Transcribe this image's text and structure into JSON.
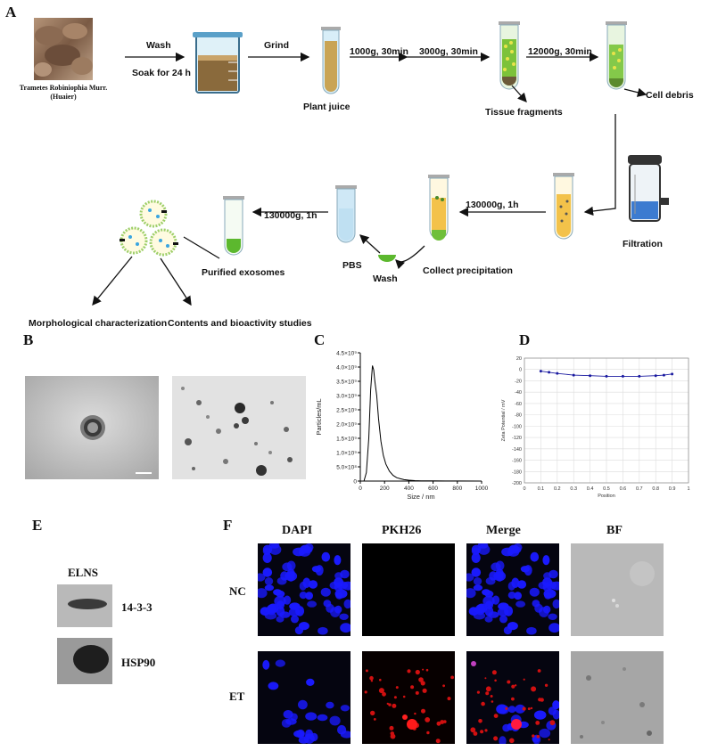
{
  "panels": {
    "a": "A",
    "b": "B",
    "c": "C",
    "d": "D",
    "e": "E",
    "f": "F"
  },
  "workflow": {
    "source_name": "Trametes Robiniophia Murr.",
    "source_common": "(Huaier)",
    "wash": "Wash",
    "soak": "Soak for 24 h",
    "grind": "Grind",
    "plant_juice": "Plant juice",
    "step1": "1000g, 30min",
    "step2": "3000g, 30min",
    "step3": "12000g, 30min",
    "tissue_fragments": "Tissue fragments",
    "cell_debris": "Cell debris",
    "filtration": "Filtration",
    "step4": "130000g, 1h",
    "collect": "Collect precipitation",
    "wash2": "Wash",
    "pbs": "PBS",
    "step5": "130000g, 1h",
    "purified": "Purified exosomes",
    "morph": "Morphological characterization",
    "contents": "Contents and bioactivity studies"
  },
  "chart_data": [
    {
      "type": "line",
      "xlabel": "Size / nm",
      "ylabel": "Particles/mL",
      "xlim": [
        0,
        1000
      ],
      "ylim": [
        0,
        4500000000
      ],
      "x_ticks": [
        "0",
        "200",
        "400",
        "600",
        "800",
        "1000"
      ],
      "y_ticks": [
        "0",
        "5.0×10⁸",
        "1.0×10⁹",
        "1.5×10⁹",
        "2.0×10⁹",
        "2.5×10⁹",
        "3.0×10⁹",
        "3.5×10⁹",
        "4.0×10⁹",
        "4.5×10⁹"
      ],
      "grid": false,
      "series": [
        {
          "x": [
            30,
            50,
            70,
            85,
            100,
            110,
            120,
            135,
            150,
            170,
            190,
            210,
            240,
            270,
            300,
            330,
            360,
            400,
            450,
            500,
            600,
            700,
            800,
            1000
          ],
          "y": [
            0,
            300000000,
            1500000000,
            3200000000,
            4050000000,
            3900000000,
            3500000000,
            3000000000,
            2200000000,
            1400000000,
            900000000,
            600000000,
            350000000,
            200000000,
            120000000,
            80000000,
            50000000,
            30000000,
            15000000,
            10000000,
            5000000,
            3000000,
            2000000,
            0
          ]
        }
      ]
    },
    {
      "type": "line",
      "xlabel": "Position",
      "ylabel": "Zeta Potential / mV",
      "xlim": [
        0,
        1
      ],
      "ylim": [
        -200,
        20
      ],
      "x_ticks": [
        "0",
        "0.1",
        "0.2",
        "0.3",
        "0.4",
        "0.5",
        "0.6",
        "0.7",
        "0.8",
        "0.9",
        "1"
      ],
      "y_ticks": [
        "20",
        "0",
        "-20",
        "-40",
        "-60",
        "-80",
        "-100",
        "-120",
        "-140",
        "-160",
        "-180",
        "-200"
      ],
      "grid": true,
      "series": [
        {
          "x": [
            0.1,
            0.15,
            0.2,
            0.3,
            0.4,
            0.5,
            0.6,
            0.7,
            0.8,
            0.85,
            0.9
          ],
          "y": [
            -3,
            -5,
            -7,
            -10,
            -11,
            -12,
            -12,
            -12,
            -11,
            -10,
            -8
          ]
        }
      ]
    }
  ],
  "western": {
    "column": "ELNS",
    "band1": "14-3-3",
    "band2": "HSP90"
  },
  "fluor": {
    "cols": [
      "DAPI",
      "PKH26",
      "Merge",
      "BF"
    ],
    "rows": [
      "NC",
      "ET"
    ]
  },
  "colors": {
    "accent": "#1a1aa0",
    "tube_green": "#8cc63f",
    "tube_yellow": "#f5c242"
  }
}
